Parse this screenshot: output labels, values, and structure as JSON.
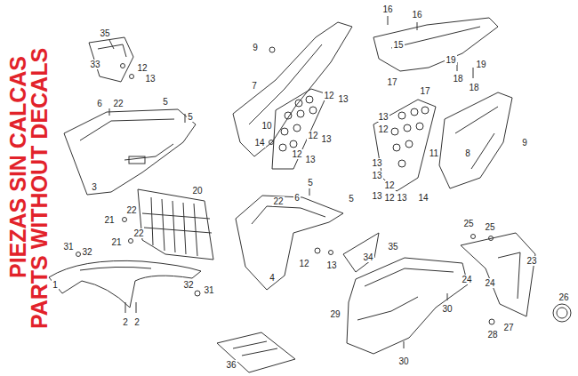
{
  "diagram": {
    "labels": [
      "PIEZAS SIN CALCAS",
      "PARTS WITHOUT DECALS",
      "35",
      "33",
      "12",
      "13",
      "6",
      "22",
      "5",
      "5",
      "3",
      "20",
      "22",
      "21",
      "22",
      "21",
      "31",
      "32",
      "1",
      "32",
      "31",
      "2",
      "2",
      "9",
      "7",
      "12",
      "13",
      "10",
      "14",
      "12",
      "13",
      "12",
      "13",
      "5",
      "22",
      "6",
      "5",
      "4",
      "35",
      "34",
      "12",
      "13",
      "16",
      "16",
      "15",
      "17",
      "17",
      "19",
      "19",
      "18",
      "18",
      "13",
      "12",
      "11",
      "13",
      "13",
      "12",
      "13",
      "12",
      "13",
      "14",
      "8",
      "9",
      "25",
      "25",
      "23",
      "24",
      "24",
      "26",
      "28",
      "27",
      "29",
      "30",
      "30",
      "36"
    ]
  }
}
